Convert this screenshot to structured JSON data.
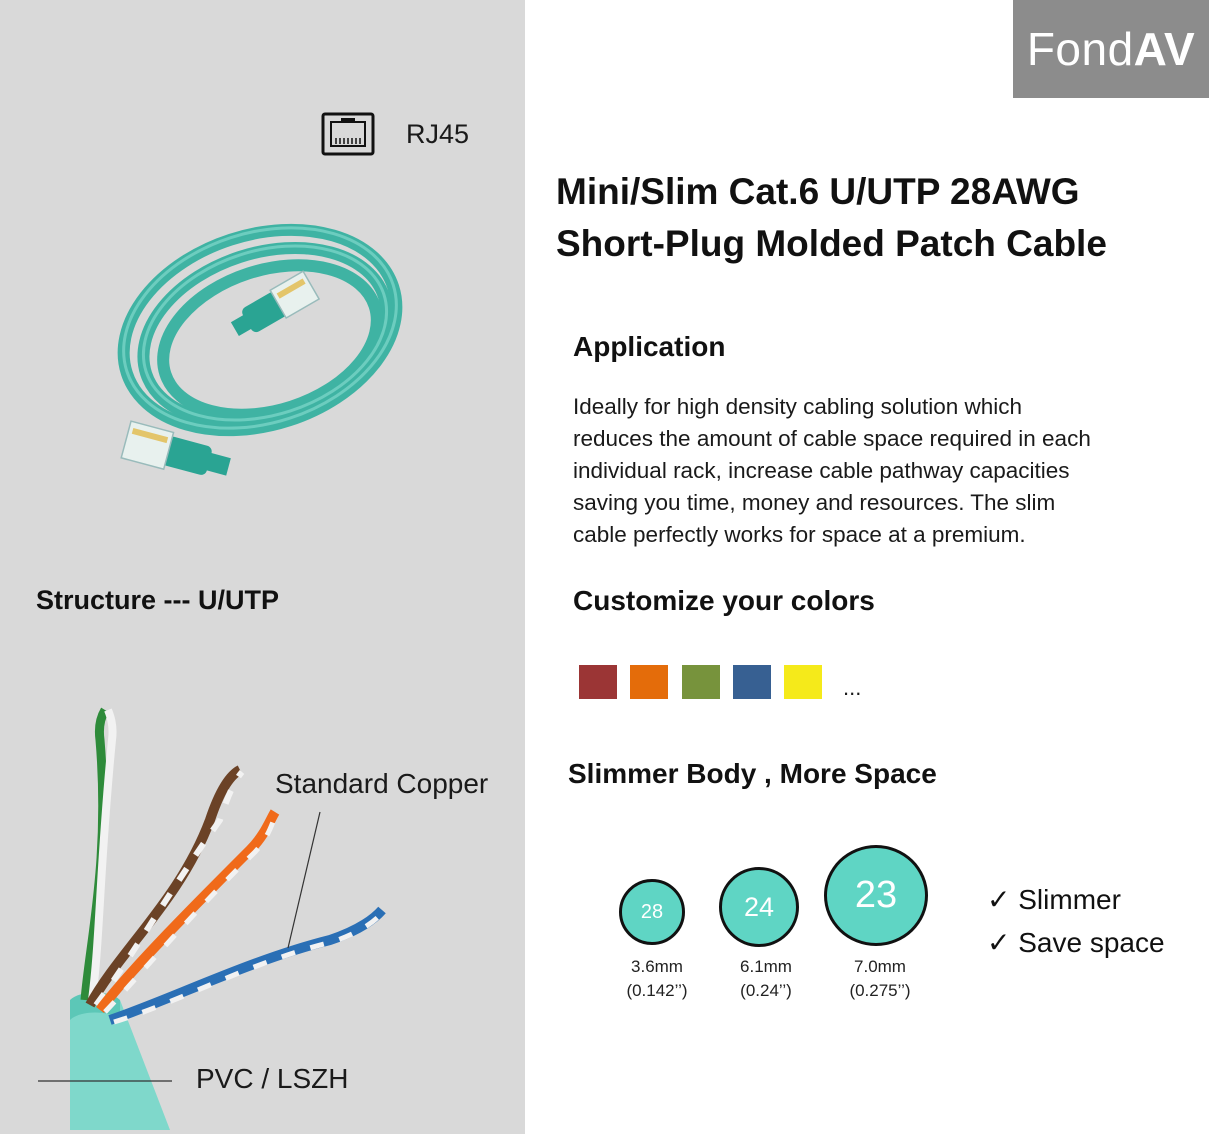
{
  "brand": {
    "plain": "Fond",
    "bold": "AV"
  },
  "connector": {
    "label": "RJ45",
    "icon": "rj45-port-icon"
  },
  "title": {
    "line1": "Mini/Slim Cat.6 U/UTP 28AWG",
    "line2": "Short-Plug Molded Patch Cable"
  },
  "application": {
    "heading": "Application",
    "lines": [
      "Ideally for high density cabling solution which",
      "reduces the amount of cable space required in each",
      "individual rack, increase cable pathway capacities",
      "saving you time, money and resources. The slim",
      "cable perfectly works for space at a premium."
    ]
  },
  "structure": {
    "heading": "Structure --- U/UTP",
    "copper_label": "Standard Copper",
    "jacket_label": "PVC / LSZH"
  },
  "colors": {
    "heading": "Customize your colors",
    "swatches": [
      "#9b3535",
      "#e46c0a",
      "#77933c",
      "#376092",
      "#f5ea1a"
    ],
    "more": "..."
  },
  "comparison": {
    "heading": "Slimmer Body , More Space",
    "items": [
      {
        "awg": "28",
        "size": "3.6mm",
        "inch": "(0.142’’)"
      },
      {
        "awg": "24",
        "size": "6.1mm",
        "inch": "(0.24’’)"
      },
      {
        "awg": "23",
        "size": "7.0mm",
        "inch": "(0.275’’)"
      }
    ],
    "benefits": [
      "Slimmer",
      "Save space"
    ],
    "check_glyph": "✓"
  }
}
